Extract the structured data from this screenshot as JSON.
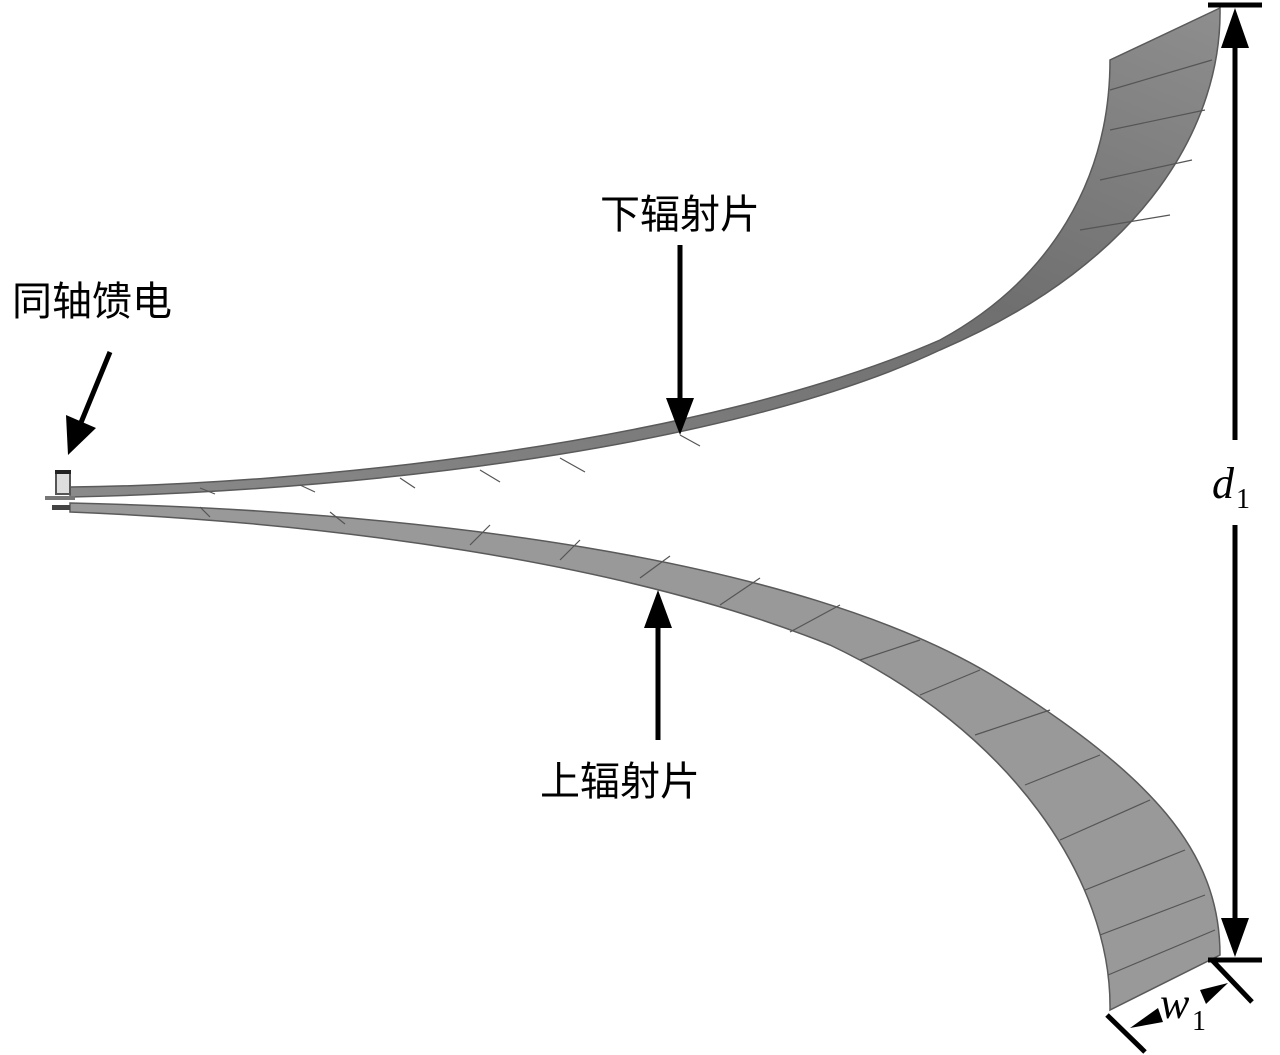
{
  "labels": {
    "lower_radiator": "下辐射片",
    "coax_feed": "同轴馈电",
    "upper_radiator": "上辐射片"
  },
  "dimensions": {
    "d": {
      "symbol": "d",
      "subscript": "1"
    },
    "w": {
      "symbol": "w",
      "subscript": "1"
    }
  },
  "colors": {
    "strip_fill": "#8c8c8c",
    "strip_dark": "#6e6e6e",
    "strip_edge": "#5a5a5a",
    "arrow": "#000000"
  }
}
